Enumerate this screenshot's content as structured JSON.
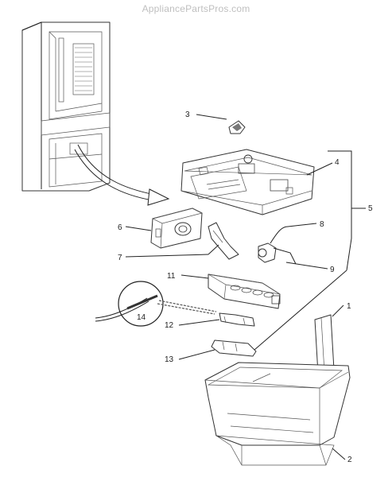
{
  "watermark": "AppliancePartsPros.com",
  "callouts": {
    "c1": "1",
    "c2": "2",
    "c3": "3",
    "c4": "4",
    "c5": "5",
    "c6": "6",
    "c7": "7",
    "c8": "8",
    "c9": "9",
    "c11": "11",
    "c12": "12",
    "c13": "13",
    "c14": "14"
  },
  "colors": {
    "line": "#222222",
    "watermark": "#bfbfbf"
  }
}
